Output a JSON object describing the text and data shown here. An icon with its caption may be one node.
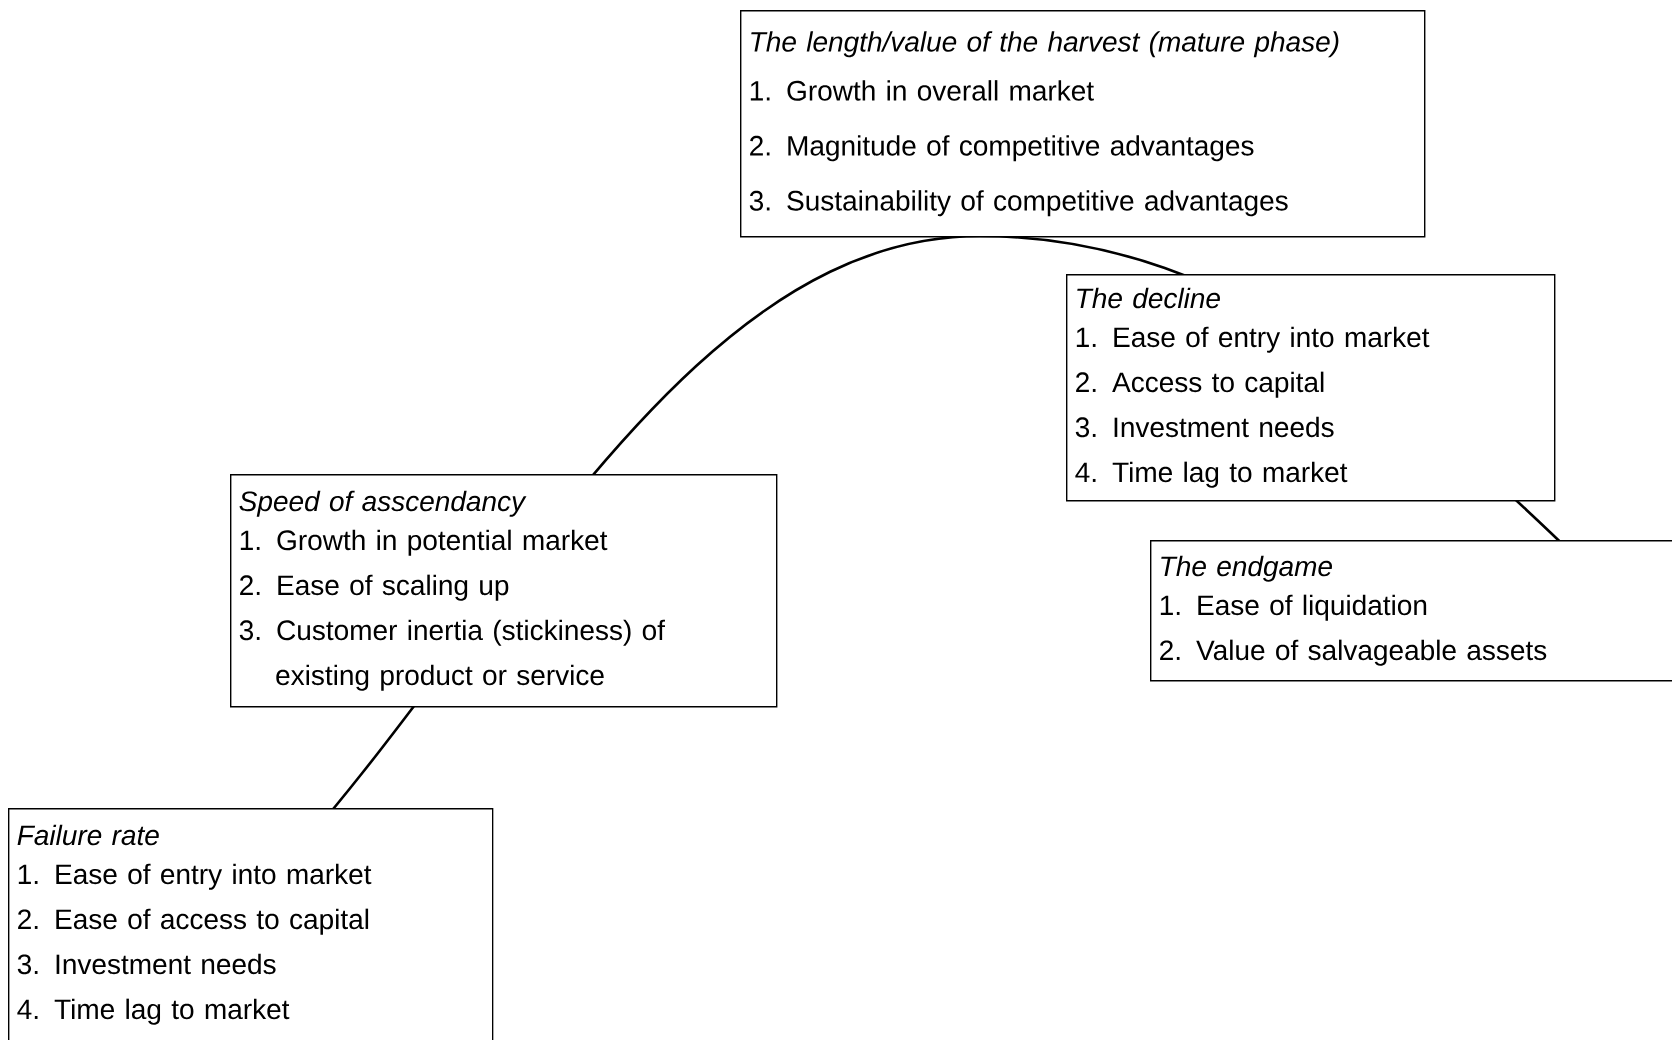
{
  "diagram": {
    "nodes": [
      {
        "text": [
          "The length/value of the harvest (mature phase)",
          "1. Growth in overall market",
          "2. Magnitude of competitive advantages",
          "3. Sustainability of competitive advantages"
        ]
      },
      {
        "text": [
          "The decline",
          "1. Ease of entry into market",
          "2. Access to capital",
          "3. Investment needs",
          "4. Time lag to market"
        ]
      },
      {
        "text": [
          "Speed of asscendancy",
          "1. Growth in potential market",
          "2. Ease of scaling up",
          "3. Customer inertia (stickiness) of existing product or service"
        ]
      },
      {
        "text": [
          "The endgame",
          "1. Ease of liquidation",
          "2. Value of salvageable assets"
        ]
      },
      {
        "text": [
          "Failure rate",
          "1. Ease of entry into market",
          "2. Ease of access to capital",
          "3. Investment needs",
          "4. Time lag to market"
        ]
      }
    ]
  }
}
